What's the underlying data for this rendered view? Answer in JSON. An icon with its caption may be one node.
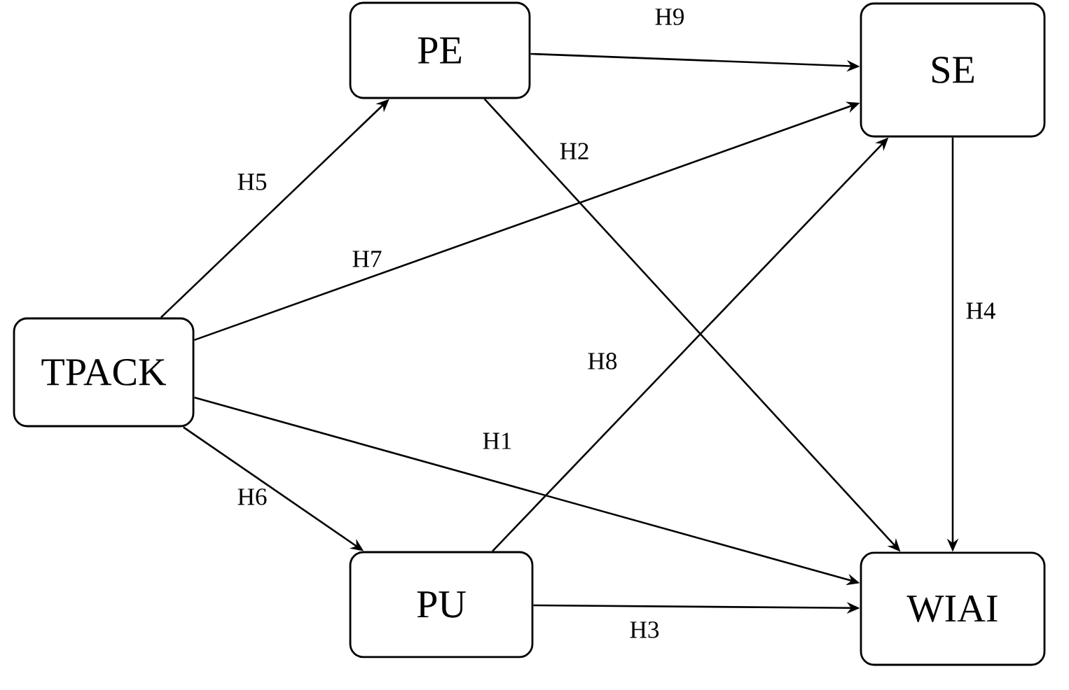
{
  "diagram": {
    "nodes": [
      {
        "text": [
          "TPACK"
        ]
      },
      {
        "text": [
          "PE"
        ]
      },
      {
        "text": [
          "SE"
        ]
      },
      {
        "text": [
          "PU"
        ]
      },
      {
        "text": [
          "WIAI"
        ]
      }
    ],
    "edges": [
      {
        "from": 0,
        "to": 1,
        "arrow": "to",
        "label": "H5"
      },
      {
        "from": 0,
        "to": 2,
        "arrow": "to",
        "label": "H7"
      },
      {
        "from": 0,
        "to": 4,
        "arrow": "to",
        "label": "H1"
      },
      {
        "from": 0,
        "to": 3,
        "arrow": "to",
        "label": "H6"
      },
      {
        "from": 1,
        "to": 2,
        "arrow": "to",
        "label": "H9"
      },
      {
        "from": 1,
        "to": 4,
        "arrow": "to",
        "label": "H2"
      },
      {
        "from": 3,
        "to": 2,
        "arrow": "to",
        "label": "H8"
      },
      {
        "from": 3,
        "to": 4,
        "arrow": "to",
        "label": "H3"
      },
      {
        "from": 2,
        "to": 4,
        "arrow": "to",
        "label": "H4"
      }
    ]
  }
}
